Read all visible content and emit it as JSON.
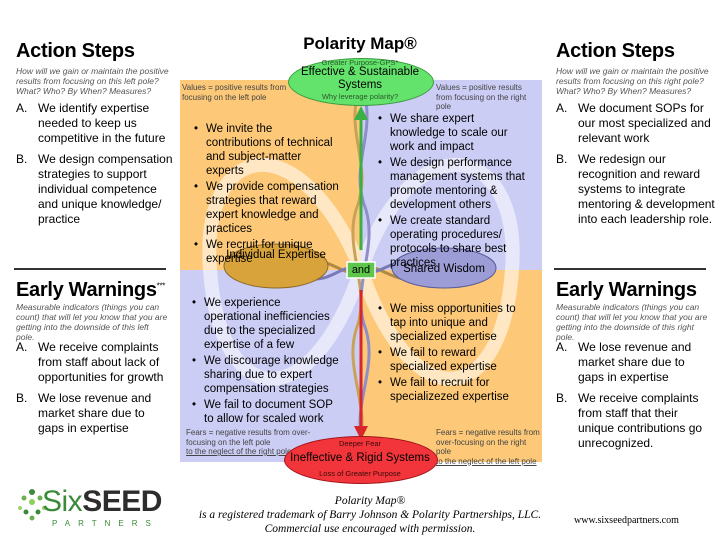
{
  "title": "Polarity Map®",
  "left": {
    "action": {
      "heading": "Action Steps",
      "sub": "How will we gain or maintain the positive results from focusing on this left pole? What? Who? By When? Measures?",
      "items": [
        {
          "letter": "A.",
          "text": "We identify expertise needed to keep us competitive in the future"
        },
        {
          "letter": "B.",
          "text": "We design compensation strategies to support individual competence and unique knowledge/ practice"
        }
      ]
    },
    "warn": {
      "heading": "Early Warnings",
      "mark": "***",
      "sub": "Measurable indicators (things you can count) that will let you know that you are getting into the downside of this left pole.",
      "items": [
        {
          "letter": "A.",
          "text": "We receive complaints from staff about lack of opportunities for growth"
        },
        {
          "letter": "B.",
          "text": "We lose revenue and market share due to gaps in expertise"
        }
      ]
    }
  },
  "right": {
    "action": {
      "heading": "Action Steps",
      "sub": "How will we gain or maintain the positive results from focusing on this right pole? What? Who? By When? Measures?",
      "items": [
        {
          "letter": "A.",
          "text": "We document SOPs for our most specialized and relevant work"
        },
        {
          "letter": "B.",
          "text": "We redesign our recognition and reward systems to integrate mentoring & development into each leadership role."
        }
      ]
    },
    "warn": {
      "heading": "Early Warnings",
      "sub": "Measurable indicators (things you can count) that will let you know that you are getting into the downside of this right pole.",
      "items": [
        {
          "letter": "A.",
          "text": "We lose revenue and market share due to gaps in expertise"
        },
        {
          "letter": "B.",
          "text": "We receive complaints from staff that their unique contributions go unrecognized."
        }
      ]
    }
  },
  "map": {
    "gps": {
      "small_top": "Greater Purpose-GPS*",
      "label": "Effective & Sustainable Systems",
      "small_bottom": "Why leverage polarity?"
    },
    "deeper": {
      "small_top": "Deeper Fear",
      "label": "Ineffective & Rigid Systems",
      "small_bottom": "Loss of Greater Purpose"
    },
    "left_pole": "Individual Expertise",
    "right_pole": "Shared Wisdom",
    "and": "and",
    "values_left": "Values = positive results from focusing on the left pole",
    "values_right": "Values = positive results from focusing on the right pole",
    "fears_left": {
      "line1": "Fears = negative results from over-focusing on the left pole",
      "line2": "to the neglect of the right pole"
    },
    "fears_right": {
      "line1": "Fears = negative results from over-focusing on the right pole",
      "line2": "to the neglect of the left pole"
    },
    "ul": [
      "We invite the contributions of technical and subject-matter experts",
      "We provide compensation strategies that reward expert knowledge and practices",
      "We recruit for unique expertise"
    ],
    "ur": [
      "We share expert knowledge to scale our work and impact",
      "We design performance management systems that promote mentoring & development others",
      "We create standard operating procedures/ protocols to share best practices"
    ],
    "ll": [
      "We experience operational inefficiencies due to the specialized expertise of a few",
      "We discourage knowledge sharing due to expert compensation strategies",
      "We fail to document SOP to allow for scaled work"
    ],
    "lr": [
      "We miss opportunities to tap into unique and specialized expertise",
      "We fail to reward specialized expertise",
      "We fail to recruit for specializezed expertise"
    ],
    "colors": {
      "ul": "#fdc979",
      "ur": "#cccdf5",
      "ll": "#cccdf5",
      "lr": "#fdc979",
      "gps": "#63e36b",
      "fear": "#f2353b",
      "left_pole": "#d9a33b",
      "right_pole": "#9c9dd6"
    }
  },
  "footer": {
    "line1": "Polarity Map®",
    "line2": "is a registered trademark of Barry Johnson & Polarity Partnerships, LLC.",
    "line3": "Commercial use encouraged with permission.",
    "url": "www.sixseedpartners.com",
    "logo_main_1": "Six",
    "logo_main_2": "SEED",
    "logo_sub": "PARTNERS"
  }
}
